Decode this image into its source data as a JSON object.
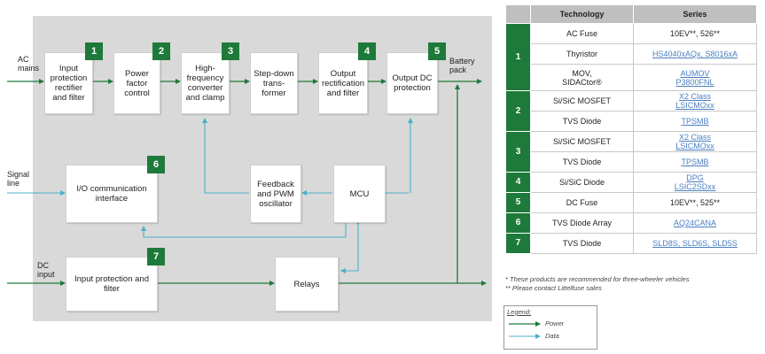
{
  "diagram": {
    "blocks": [
      {
        "id": "1",
        "label": "Input protection rectifier and filter"
      },
      {
        "id": "2",
        "label": "Power factor control"
      },
      {
        "id": "3",
        "label": "High-frequency converter and clamp"
      },
      {
        "id": "stepdown",
        "label": "Step-down trans-former"
      },
      {
        "id": "4",
        "label": "Output rectification and filter"
      },
      {
        "id": "5",
        "label": "Output DC protection"
      },
      {
        "id": "6",
        "label": "I/O communication interface"
      },
      {
        "id": "feedback",
        "label": "Feedback and PWM oscillator"
      },
      {
        "id": "mcu",
        "label": "MCU"
      },
      {
        "id": "7",
        "label": "Input protection and filter"
      },
      {
        "id": "relays",
        "label": "Relays"
      }
    ],
    "external_labels": {
      "ac_mains": "AC mains",
      "signal_line": "Signal line",
      "dc_input": "DC input",
      "battery_pack": "Battery pack"
    }
  },
  "table": {
    "headers": [
      "Technology",
      "Series"
    ],
    "groups": [
      {
        "num": "1",
        "rows": [
          {
            "tech": "AC Fuse",
            "series": [
              {
                "text": "10EV**, 526**",
                "link": false
              }
            ]
          },
          {
            "tech": "Thyristor",
            "series": [
              {
                "text": "HS4040xAQx, S8016xA",
                "link": true
              }
            ]
          },
          {
            "tech": "MOV, SIDACtor®",
            "series": [
              {
                "text": "AUMOV",
                "link": true
              },
              {
                "text": "P3800FNL",
                "link": true
              }
            ]
          }
        ]
      },
      {
        "num": "2",
        "rows": [
          {
            "tech": "Si/SiC MOSFET",
            "series": [
              {
                "text": "X2 Class",
                "link": true
              },
              {
                "text": "LSICMOxx",
                "link": true
              }
            ]
          },
          {
            "tech": "TVS Diode",
            "series": [
              {
                "text": "TPSMB",
                "link": true
              }
            ]
          }
        ]
      },
      {
        "num": "3",
        "rows": [
          {
            "tech": "Si/SiC MOSFET",
            "series": [
              {
                "text": "X2 Class",
                "link": true
              },
              {
                "text": "LSICMOxx",
                "link": true
              }
            ]
          },
          {
            "tech": "TVS Diode",
            "series": [
              {
                "text": "TPSMB",
                "link": true
              }
            ]
          }
        ]
      },
      {
        "num": "4",
        "rows": [
          {
            "tech": "Si/SiC Diode",
            "series": [
              {
                "text": "DPG",
                "link": true
              },
              {
                "text": "LSIC2SDxx",
                "link": true
              }
            ]
          }
        ]
      },
      {
        "num": "5",
        "rows": [
          {
            "tech": "DC Fuse",
            "series": [
              {
                "text": "10EV**, 525**",
                "link": false
              }
            ]
          }
        ]
      },
      {
        "num": "6",
        "rows": [
          {
            "tech": "TVS Diode Array",
            "series": [
              {
                "text": "AQ24CANA",
                "link": true
              }
            ]
          }
        ]
      },
      {
        "num": "7",
        "rows": [
          {
            "tech": "TVS Diode",
            "series": [
              {
                "text": "SLD8S, SLD6S, SLD5S",
                "link": true
              }
            ]
          }
        ]
      }
    ],
    "notes": [
      "* These products are recommended   for three-wheeler vehicles",
      "** Please contact Littelfuse sales"
    ]
  },
  "legend": {
    "title": "Legend:",
    "items": [
      {
        "label": "Power",
        "color": "#1e7a3a"
      },
      {
        "label": "Data",
        "color": "#4bb0c8"
      }
    ]
  },
  "colors": {
    "power": "#1e7a3a",
    "data": "#4bb0c8",
    "badge": "#1e7a3a",
    "panel": "#d9d9d9"
  }
}
